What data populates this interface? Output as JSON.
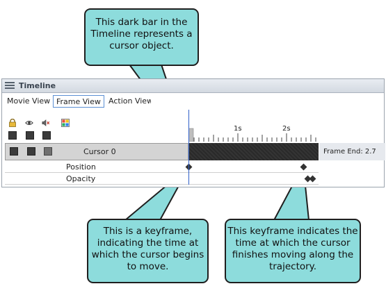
{
  "panel": {
    "title": "Timeline",
    "tabs": [
      {
        "label": "Movie View",
        "selected": false
      },
      {
        "label": "Frame View",
        "selected": true
      },
      {
        "label": "Action View",
        "selected": false
      }
    ],
    "header_icons": [
      "lock-icon",
      "eye-icon",
      "speaker-mute-icon",
      "color-grid-icon"
    ]
  },
  "ruler": {
    "labels": [
      "1s",
      "2s"
    ]
  },
  "rows": {
    "cursor_label": "Cursor 0",
    "position_label": "Position",
    "opacity_label": "Opacity",
    "frame_end_label": "Frame End: 2.7"
  },
  "callouts": {
    "top": "This dark bar in the Timeline represents a cursor object.",
    "left": "This is a keyframe, indicating the time at which the cursor begins to move.",
    "right": "This keyframe indicates the time at which the cursor finishes moving along the trajectory."
  },
  "colors": {
    "callout_fill": "#8ddcdc",
    "playhead": "#2f5fc9",
    "track_bar": "#2a2a2a"
  }
}
